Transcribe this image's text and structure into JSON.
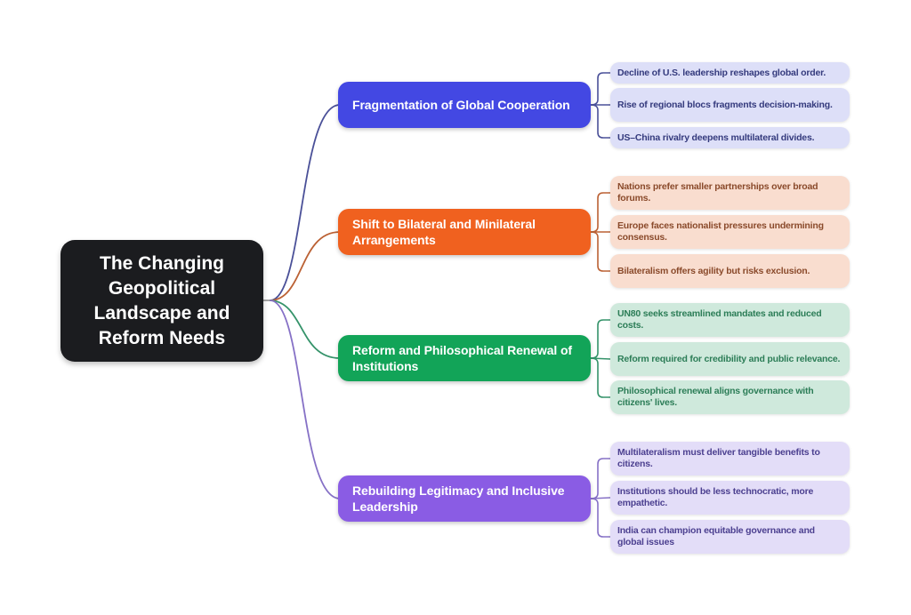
{
  "central": {
    "label": "The Changing Geopolitical Landscape and Reform Needs",
    "bg": "#1b1c1f",
    "text_color": "#ffffff"
  },
  "branches": [
    {
      "label": "Fragmentation of Global Cooperation",
      "bg": "#4348e3",
      "line_color": "#4a5098",
      "leaf_bg": "#dddff8",
      "leaf_text": "#343a7d",
      "children": [
        {
          "text": "Decline of U.S. leadership reshapes global order."
        },
        {
          "text": "Rise of regional blocs fragments decision-making."
        },
        {
          "text": "US–China rivalry deepens multilateral divides."
        }
      ]
    },
    {
      "label": "Shift to Bilateral and Minilateral Arrangements",
      "bg": "#f0611f",
      "line_color": "#bb6134",
      "leaf_bg": "#f9ddcf",
      "leaf_text": "#8a4a2b",
      "children": [
        {
          "text": "Nations prefer smaller partnerships over broad forums."
        },
        {
          "text": "Europe faces nationalist pressures undermining consensus."
        },
        {
          "text": "Bilateralism offers agility but risks exclusion."
        }
      ]
    },
    {
      "label": "Reform and Philosophical Renewal of Institutions",
      "bg": "#12a458",
      "line_color": "#35936a",
      "leaf_bg": "#cfe9dc",
      "leaf_text": "#2c7d57",
      "children": [
        {
          "text": "UN80 seeks streamlined mandates and reduced costs."
        },
        {
          "text": "Reform required for credibility and public relevance."
        },
        {
          "text": "Philosophical renewal aligns governance with citizens' lives."
        }
      ]
    },
    {
      "label": "Rebuilding Legitimacy and Inclusive Leadership",
      "bg": "#8a5ce4",
      "line_color": "#8671c6",
      "leaf_bg": "#e3ddf8",
      "leaf_text": "#4c4090",
      "children": [
        {
          "text": "Multilateralism must deliver tangible benefits to citizens."
        },
        {
          "text": "Institutions should be less technocratic, more empathetic."
        },
        {
          "text": "India can champion equitable governance and global issues"
        }
      ]
    }
  ],
  "stub_color": "#9a9a9a"
}
